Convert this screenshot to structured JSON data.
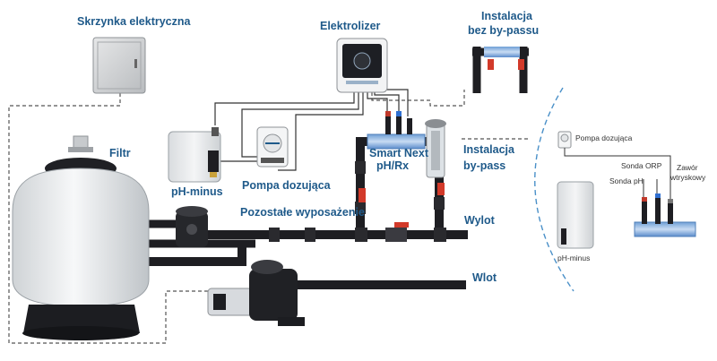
{
  "labels": {
    "electric_box": "Skrzynka elektryczna",
    "electrolizer": "Elektrolizer",
    "no_bypass_line1": "Instalacja",
    "no_bypass_line2": "bez by-passu",
    "filter": "Filtr",
    "ph_minus": "pH-minus",
    "dosing_pump": "Pompa dozująca",
    "smart_next_line1": "Smart Next",
    "smart_next_line2": "pH/Rx",
    "bypass_line1": "Instalacja",
    "bypass_line2": "by-pass",
    "other_equipment": "Pozostałe wyposażenie",
    "outlet": "Wylot",
    "inlet": "Wlot",
    "detail_dosing_pump": "Pompa dozująca",
    "detail_orp_probe": "Sonda ORP",
    "detail_ph_probe": "Sonda pH",
    "detail_valve_line1": "Zawór",
    "detail_valve_line2": "wtryskowy",
    "detail_ph_minus": "pH-minus"
  },
  "colors": {
    "label_blue": "#1f5a8a",
    "pipe": "#1e1e22",
    "valve_red": "#d23a2a",
    "dashed_arc": "#4a90c8",
    "probe_cap_red": "#c0392b",
    "probe_cap_blue": "#2f6fd0"
  }
}
